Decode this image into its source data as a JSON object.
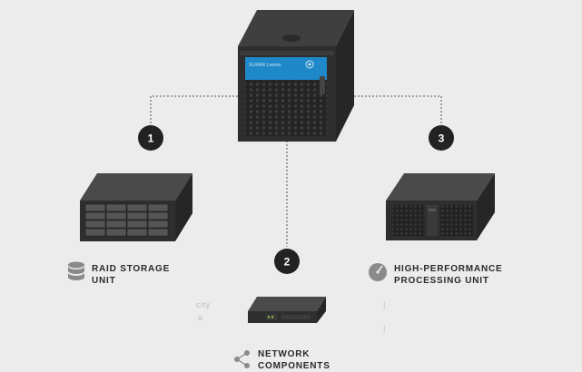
{
  "badges": {
    "one": "1",
    "two": "2",
    "three": "3"
  },
  "server": {
    "brand": "XLRAIR | series"
  },
  "items": {
    "raid": {
      "line1": "RAID STORAGE",
      "line2": "UNIT",
      "icon": "database-icon"
    },
    "hpc": {
      "line1": "HIGH-PERFORMANCE",
      "line2": "PROCESSING UNIT",
      "icon": "speedometer-icon"
    },
    "network": {
      "line1": "NETWORK",
      "line2": "COMPONENTS",
      "icon": "share-icon"
    }
  },
  "faint_text": {
    "left_a": "city",
    "left_b": "a",
    "right_a": "|",
    "right_b": "|"
  },
  "colors": {
    "background": "#ececec",
    "hardware_dark": "#2b2b2b",
    "hardware_top": "#4a4a4a",
    "badge": "#222222",
    "panel_blue": "#1f88c8",
    "icon_grey": "#8a8a8a"
  }
}
